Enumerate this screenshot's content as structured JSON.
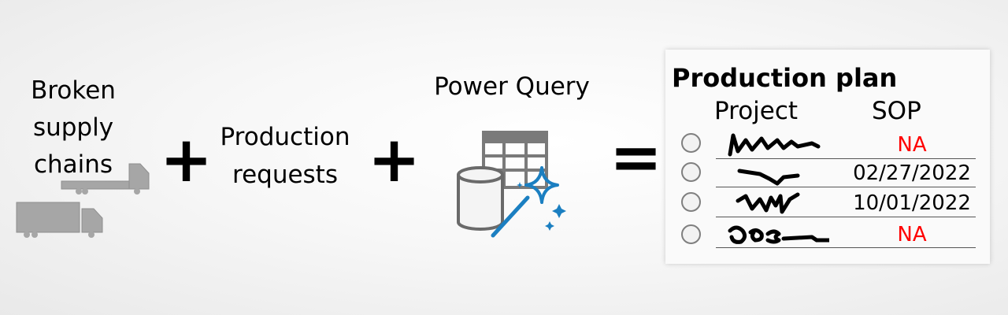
{
  "inputs": {
    "supply_chain_label": [
      "Broken",
      "supply",
      "chains"
    ],
    "requests_label": [
      "Production",
      "requests"
    ],
    "tool_label": "Power Query"
  },
  "operators": {
    "plus": "+",
    "equals": "="
  },
  "production_plan": {
    "title": "Production plan",
    "columns": [
      "Project",
      "SOP"
    ],
    "rows": [
      {
        "sop": "NA",
        "highlight": true
      },
      {
        "sop": "02/27/2022",
        "highlight": false
      },
      {
        "sop": "10/01/2022",
        "highlight": false
      },
      {
        "sop": "NA",
        "highlight": true
      }
    ]
  },
  "colors": {
    "truck_gray": "#a6a6a6",
    "icon_gray": "#7a7a7a",
    "wand_blue": "#1b7fc1",
    "na_red": "#ff0000"
  },
  "icons": [
    "truck-icon",
    "database-table-icon",
    "magic-wand-icon",
    "radio-button-icon"
  ]
}
